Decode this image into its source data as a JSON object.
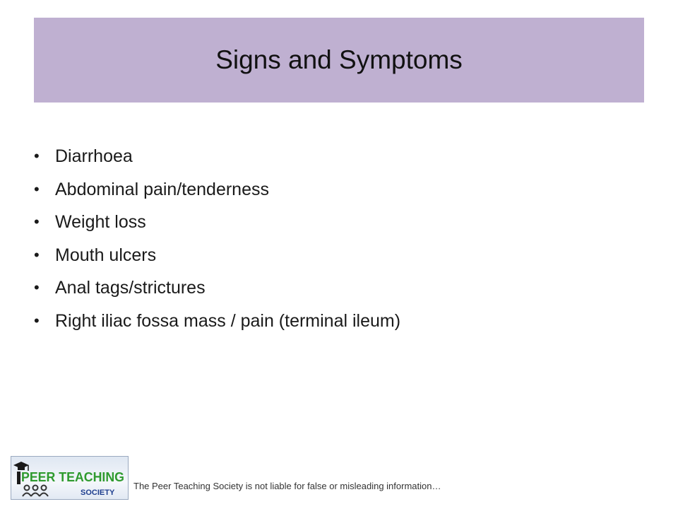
{
  "slide": {
    "title": "Signs and Symptoms",
    "bullets": [
      "Diarrhoea",
      "Abdominal pain/tenderness",
      "Weight loss",
      "Mouth ulcers",
      "Anal tags/strictures",
      "Right iliac fossa mass / pain (terminal ileum)"
    ],
    "bullet_symbol": "•"
  },
  "footer": {
    "disclaimer": "The Peer Teaching Society is not liable for false or misleading information…",
    "logo": {
      "text_line1": "PEER TEACHING",
      "text_line2": "SOCIETY",
      "icon": "graduation-cap-icon"
    }
  },
  "colors": {
    "title_band": "#bfb0d1",
    "logo_green": "#2e9a2e",
    "logo_blue": "#1f3f8f"
  }
}
